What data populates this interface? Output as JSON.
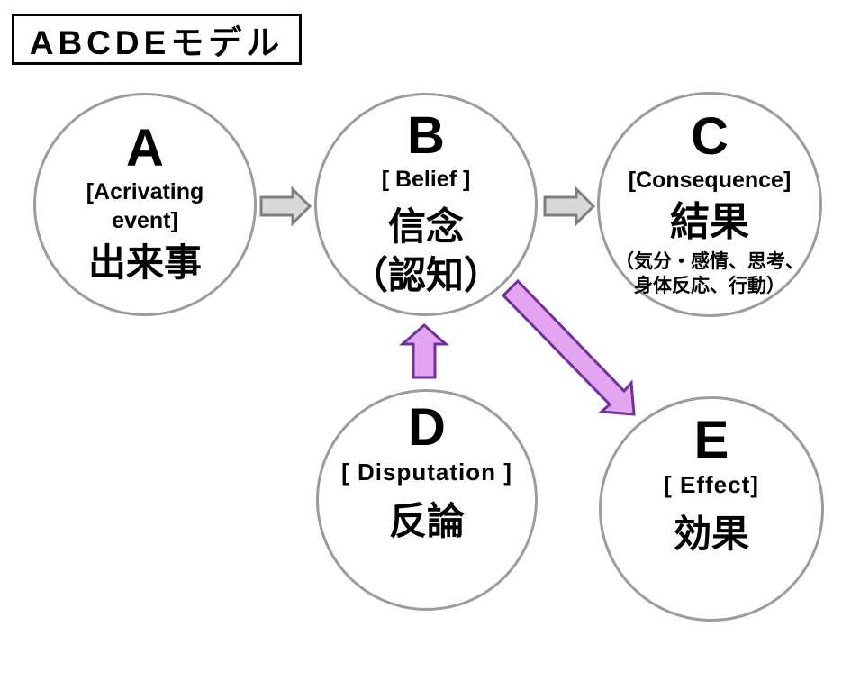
{
  "title": "ABCDEモデル",
  "nodes": {
    "a": {
      "letter": "A",
      "english_line1": "[Acrivating",
      "english_line2": "event]",
      "jp": "出来事"
    },
    "b": {
      "letter": "B",
      "english": "[ Belief ]",
      "jp_line1": "信念",
      "jp_line2": "（認知）"
    },
    "c": {
      "letter": "C",
      "english": "[Consequence]",
      "jp": "結果",
      "sub_line1": "（気分・感情、思考、",
      "sub_line2": "身体反応、行動）"
    },
    "d": {
      "letter": "D",
      "english": "[ Disputation ]",
      "jp": "反論"
    },
    "e": {
      "letter": "E",
      "english": "[ Effect]",
      "jp": "効果"
    }
  },
  "arrows": {
    "a_to_b": {
      "fill": "#d9d9d9",
      "stroke": "#7f7f7f"
    },
    "b_to_c": {
      "fill": "#d9d9d9",
      "stroke": "#7f7f7f"
    },
    "d_to_b": {
      "fill": "#e3a5f0",
      "stroke": "#7030a0"
    },
    "b_to_e": {
      "fill": "#e3a5f0",
      "stroke": "#7030a0"
    }
  },
  "colors": {
    "circle_border": "#9c9c9c",
    "text": "#000000",
    "background": "#ffffff"
  }
}
